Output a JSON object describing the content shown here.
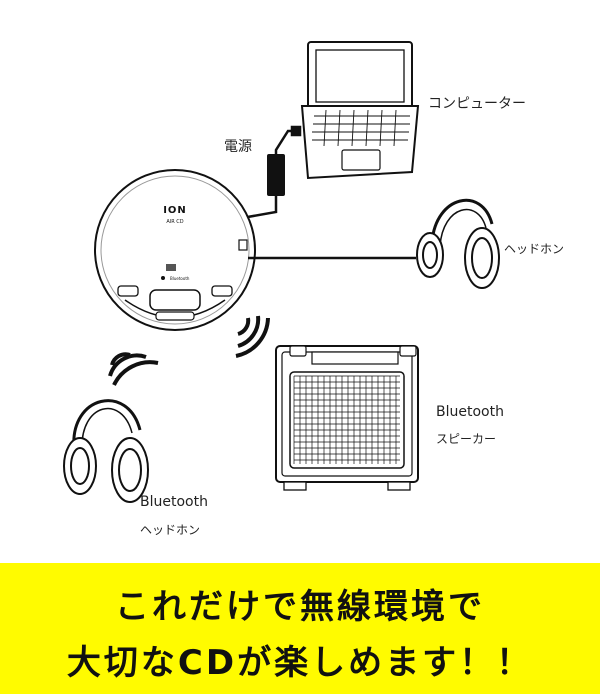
{
  "labels": {
    "computer": "コンピューター",
    "power": "電源",
    "headphones": "ヘッドホン",
    "speaker_line1": "Bluetooth",
    "speaker_line2": "スピーカー",
    "bt_headphones_line1": "Bluetooth",
    "bt_headphones_line2": "ヘッドホン"
  },
  "device": {
    "brand": "ION",
    "model": "AIR CD",
    "bluetooth": "Bluetooth"
  },
  "banner": {
    "line1": "これだけで無線環境で",
    "line2": "大切なCDが楽しめます！！"
  },
  "colors": {
    "banner_bg": "#fffb00",
    "line": "#111111",
    "text": "#222222"
  }
}
